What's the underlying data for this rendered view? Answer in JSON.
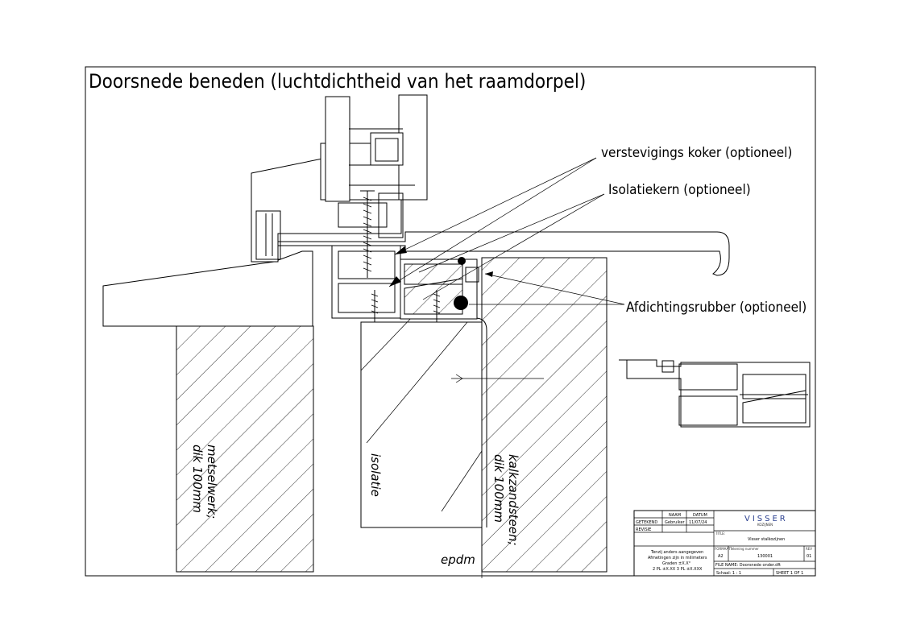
{
  "title": "Doorsnede beneden (luchtdichtheid van het raamdorpel)",
  "callouts": {
    "reinforcement": "verstevigings koker (optioneel)",
    "insulation_core": "Isolatiekern (optioneel)",
    "sealing_rubber": "Afdichtingsrubber (optioneel)"
  },
  "materials": {
    "masonry_line1": "metselwerk;",
    "masonry_line2": "dik 100mm",
    "insulation": "isolatie",
    "limestone_line1": "kalkzandsteen;",
    "limestone_line2": "dik 100mm",
    "epdm": "epdm"
  },
  "title_block": {
    "col_name": "NAAM",
    "col_date": "DATUM",
    "row_drawn": "GETEKEND",
    "drawn_name": "Gebruiker",
    "drawn_date": "11/07/24",
    "row_revision": "REVISIE",
    "logo": "VISSER",
    "logo_sub": "KOZIJNEN",
    "title_label": "TITLE:",
    "title_value": "Visser stalkozijnen",
    "notes_line1": "Tenzij anders aangegeven",
    "notes_line2": "Afmetingen zijn in milimeters",
    "notes_line3": "Graden ±X.X°",
    "notes_line4": "2 PL ±X.XX 3 PL ±X.XXX",
    "size_label": "FORMAAT",
    "size_value": "A2",
    "drawing_no_label": "Tekening nummer",
    "drawing_no_value": "130001",
    "rev_label": "REV",
    "rev_value": "01",
    "file_name": "FILE NAME: Doorsnede onder.dft",
    "scale": "Schaal: 1 : 1",
    "sheet": "SHEET 1 OF 1"
  }
}
